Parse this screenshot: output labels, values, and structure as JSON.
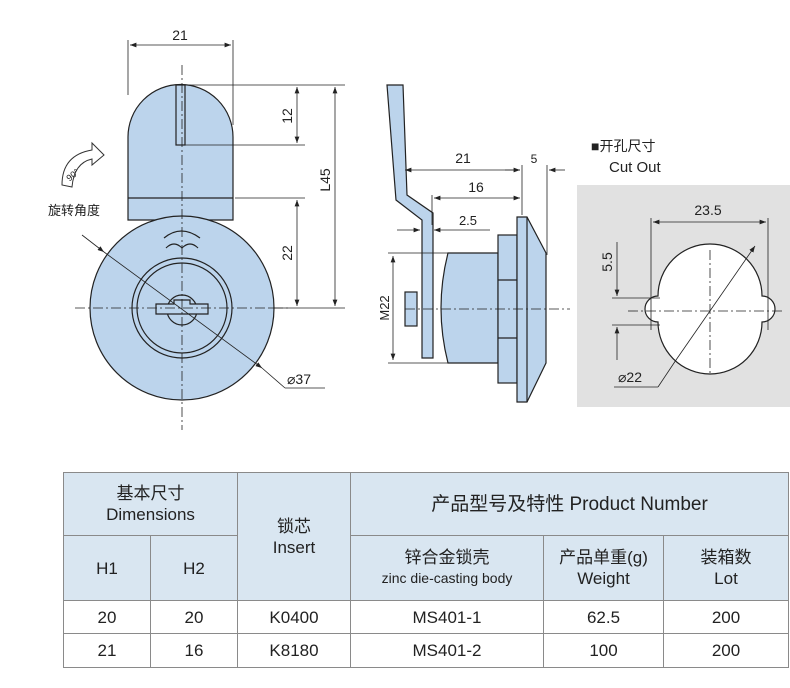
{
  "front_view": {
    "dim_width": "21",
    "dim_slot": "12",
    "dim_length": "L45",
    "dim_h2": "22",
    "dim_diameter": "⌀37",
    "rotation_angle": "90°",
    "rotation_label": "旋转角度"
  },
  "side_view": {
    "dim_21": "21",
    "dim_5": "5",
    "dim_16": "16",
    "dim_2_5": "2.5",
    "dim_thread": "M22"
  },
  "cutout": {
    "title_cn": "■开孔尺寸",
    "title_en": "Cut Out",
    "dim_width": "23.5",
    "dim_ear": "5.5",
    "dim_diameter": "⌀22"
  },
  "colors": {
    "part_fill": "#bcd4ec",
    "header_bg": "#d9e6f1",
    "cutout_bg": "#e1e1e1"
  },
  "table": {
    "dimensions_cn": "基本尺寸",
    "dimensions_en": "Dimensions",
    "insert_cn": "锁芯",
    "insert_en": "Insert",
    "product_header": "产品型号及特性 Product Number",
    "h1": "H1",
    "h2": "H2",
    "body_cn": "锌合金锁壳",
    "body_en": "zinc die-casting body",
    "weight_cn": "产品单重(g)",
    "weight_en": "Weight",
    "lot_cn": "装箱数",
    "lot_en": "Lot",
    "rows": [
      {
        "h1": "20",
        "h2": "20",
        "insert": "K0400",
        "model": "MS401-1",
        "weight": "62.5",
        "lot": "200"
      },
      {
        "h1": "21",
        "h2": "16",
        "insert": "K8180",
        "model": "MS401-2",
        "weight": "100",
        "lot": "200"
      }
    ]
  }
}
